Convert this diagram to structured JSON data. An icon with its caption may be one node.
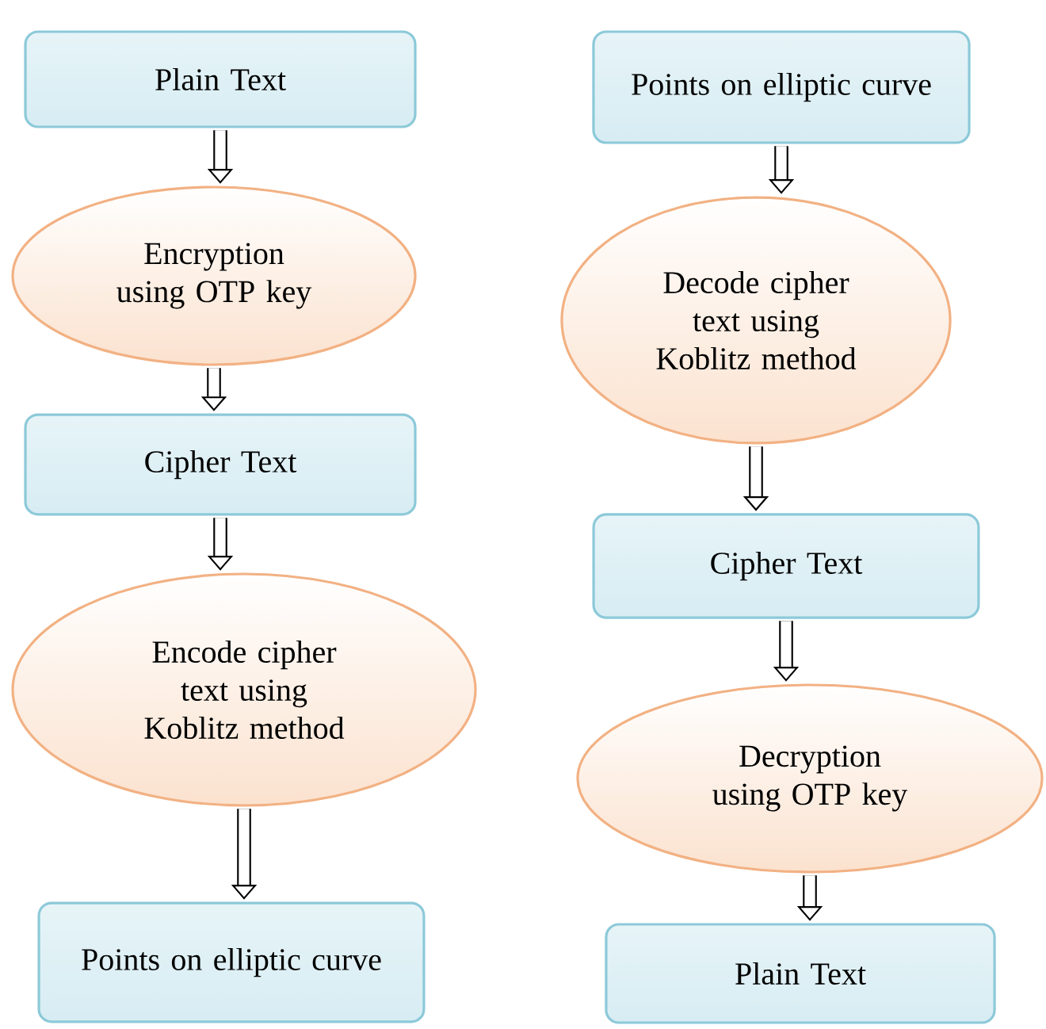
{
  "diagram": {
    "nodes": [
      {
        "text": [
          "Plain Text"
        ]
      },
      {
        "text": [
          "Encryption using OTP key"
        ]
      },
      {
        "text": [
          "Cipher Text"
        ]
      },
      {
        "text": [
          "Encode cipher text using Koblitz method"
        ]
      },
      {
        "text": [
          "Points on elliptic curve"
        ]
      },
      {
        "text": [
          "Points on elliptic curve"
        ]
      },
      {
        "text": [
          "Decode cipher text using Koblitz method"
        ]
      },
      {
        "text": [
          "Cipher Text"
        ]
      },
      {
        "text": [
          "Decryption using OTP key"
        ]
      },
      {
        "text": [
          "Plain Text"
        ]
      }
    ],
    "edges": [
      {
        "from": 0,
        "to": 1,
        "arrow": "to"
      },
      {
        "from": 1,
        "to": 2,
        "arrow": "to"
      },
      {
        "from": 2,
        "to": 3,
        "arrow": "to"
      },
      {
        "from": 3,
        "to": 4,
        "arrow": "to"
      },
      {
        "from": 5,
        "to": 6,
        "arrow": "to"
      },
      {
        "from": 6,
        "to": 7,
        "arrow": "to"
      },
      {
        "from": 7,
        "to": 8,
        "arrow": "to"
      },
      {
        "from": 8,
        "to": 9,
        "arrow": "to"
      }
    ]
  }
}
